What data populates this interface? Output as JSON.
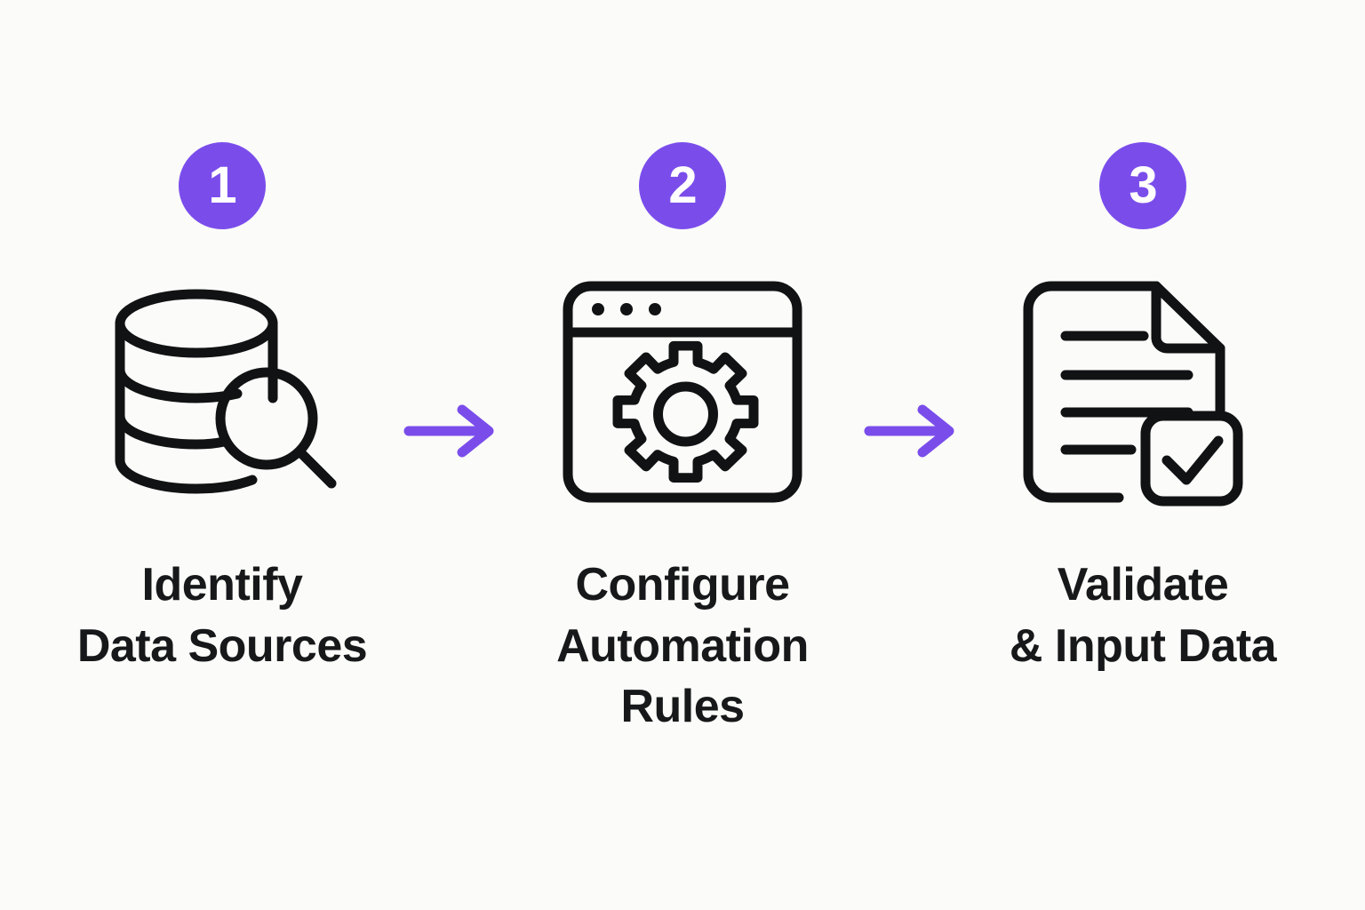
{
  "canvas": {
    "background_color": "#fbfbf9",
    "accent_color": "#7a4deb",
    "icon_color": "#111214",
    "text_color": "#17181a"
  },
  "diagram": {
    "type": "process-flow",
    "orientation": "horizontal",
    "step_count": 3,
    "steps": [
      {
        "number": "1",
        "label": "Identify\nData Sources",
        "label_lines": [
          "Identify",
          "Data Sources"
        ],
        "icon_name": "database-search-icon"
      },
      {
        "number": "2",
        "label": "Configure\nAutomation\nRules",
        "label_lines": [
          "Configure",
          "Automation",
          "Rules"
        ],
        "icon_name": "browser-gear-icon"
      },
      {
        "number": "3",
        "label": "Validate\n& Input Data",
        "label_lines": [
          "Validate",
          "& Input Data"
        ],
        "icon_name": "document-checkbox-icon"
      }
    ],
    "connectors": [
      {
        "name": "arrow-right-1",
        "direction": "right"
      },
      {
        "name": "arrow-right-2",
        "direction": "right"
      }
    ]
  }
}
